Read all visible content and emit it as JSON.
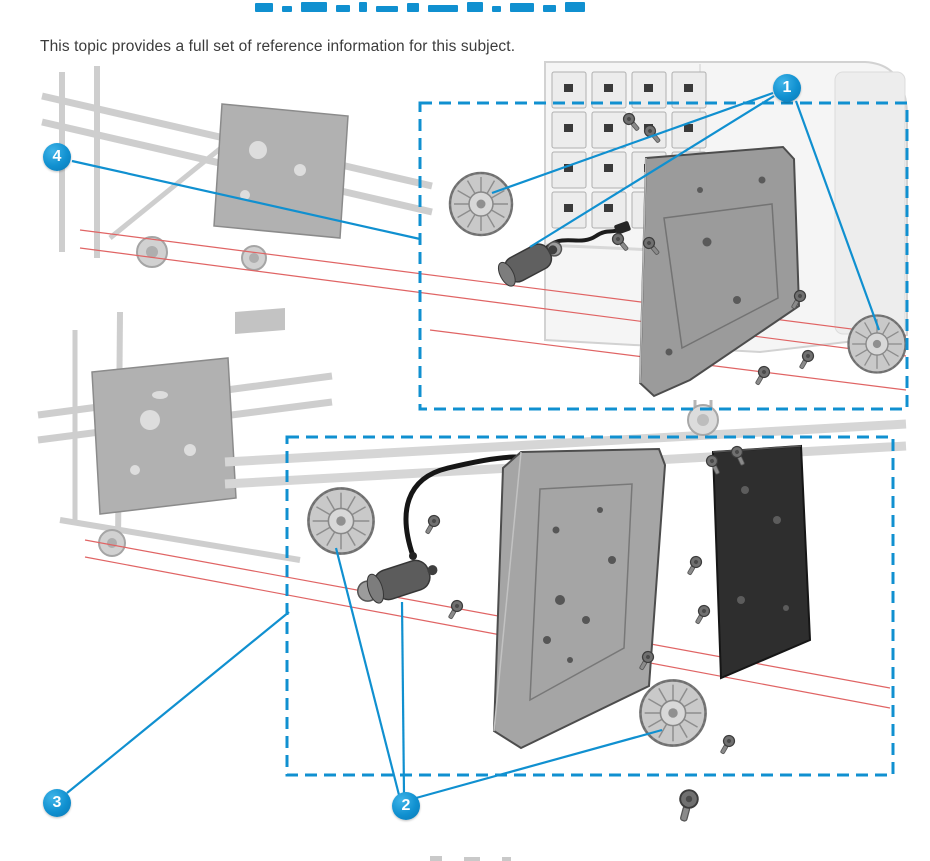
{
  "page": {
    "intro_text": "This topic provides a full set of reference information for this subject."
  },
  "diagram": {
    "description": "Exploded-parts service diagram with numbered callouts",
    "callouts": [
      {
        "id": "1",
        "label": "1"
      },
      {
        "id": "2",
        "label": "2"
      },
      {
        "id": "3",
        "label": "3"
      },
      {
        "id": "4",
        "label": "4"
      }
    ],
    "colors": {
      "callout_blue": "#1090d0",
      "highlight_box_blue": "#1090d0",
      "alignment_line_red": "#e06464"
    }
  }
}
